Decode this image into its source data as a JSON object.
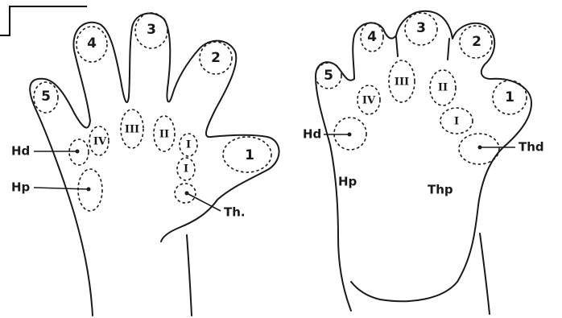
{
  "left_hand": {
    "digit_labels": [
      "1",
      "2",
      "3",
      "4",
      "5"
    ],
    "interdigital_labels": [
      "I",
      "I",
      "II",
      "III",
      "IV"
    ],
    "callouts": [
      "Hd",
      "Hp",
      "Th."
    ]
  },
  "right_hand": {
    "digit_labels": [
      "1",
      "2",
      "3",
      "4",
      "5"
    ],
    "interdigital_labels": [
      "I",
      "II",
      "III",
      "IV"
    ],
    "callouts": [
      "Hd",
      "Hp",
      "Thp",
      "Thd"
    ]
  }
}
